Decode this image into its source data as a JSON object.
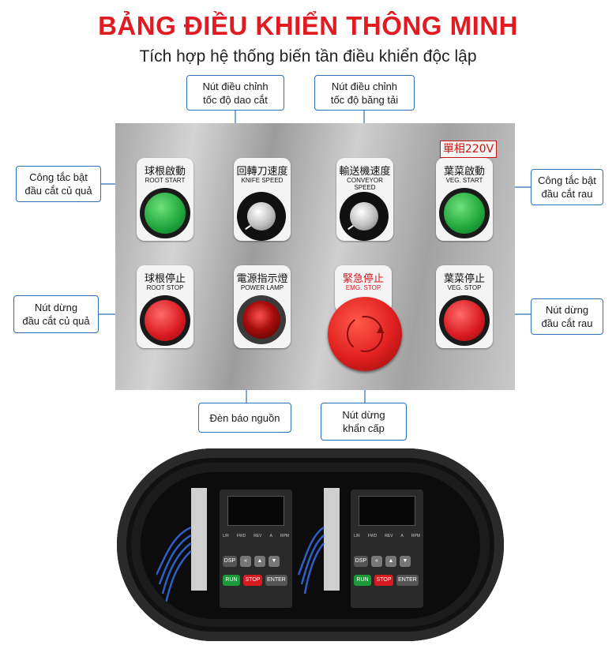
{
  "header": {
    "title": "BẢNG ĐIỀU KHIỂN THÔNG MINH",
    "subtitle": "Tích hợp hệ thống biến tần điều khiển độc lập"
  },
  "callouts": {
    "knife_speed": "Nút điều chỉnh\ntốc độ dao cắt",
    "conveyor_speed": "Nút điều chỉnh\ntốc độ băng tải",
    "root_start": "Công tắc bật\nđầu cắt củ quả",
    "veg_start": "Công tắc bật\nđầu cắt rau",
    "root_stop": "Nút dừng\nđầu cắt củ quả",
    "veg_stop": "Nút dừng\nđầu cắt rau",
    "power_lamp": "Đèn báo nguồn",
    "emg_stop": "Nút dừng\nkhẩn cấp"
  },
  "panel": {
    "voltage": "單相220V",
    "controls": [
      {
        "zh": "球根啟動",
        "en": "ROOT START",
        "kind": "button",
        "color": "#1fa53c"
      },
      {
        "zh": "回轉刀速度",
        "en": "KNIFE SPEED",
        "kind": "knob",
        "color": "#c0c0c0"
      },
      {
        "zh": "輸送機速度",
        "en": "CONVEYOR SPEED",
        "kind": "knob",
        "color": "#c0c0c0"
      },
      {
        "zh": "葉菜啟動",
        "en": "VEG. START",
        "kind": "button",
        "color": "#1fa53c"
      },
      {
        "zh": "球根停止",
        "en": "ROOT STOP",
        "kind": "button",
        "color": "#d71920"
      },
      {
        "zh": "電源指示燈",
        "en": "POWER LAMP",
        "kind": "lamp",
        "color": "#8b0a0a"
      },
      {
        "zh": "緊急停止",
        "en": "EMG. STOP",
        "kind": "estop",
        "color": "#d71920"
      },
      {
        "zh": "葉菜停止",
        "en": "VEG. STOP",
        "kind": "button",
        "color": "#d71920"
      }
    ]
  },
  "inverter": {
    "key_labels": [
      "L/R",
      "FWD",
      "REV",
      "A",
      "RPM"
    ],
    "keys": [
      "DSP",
      "RUN",
      "STOP",
      "ENTER"
    ]
  }
}
